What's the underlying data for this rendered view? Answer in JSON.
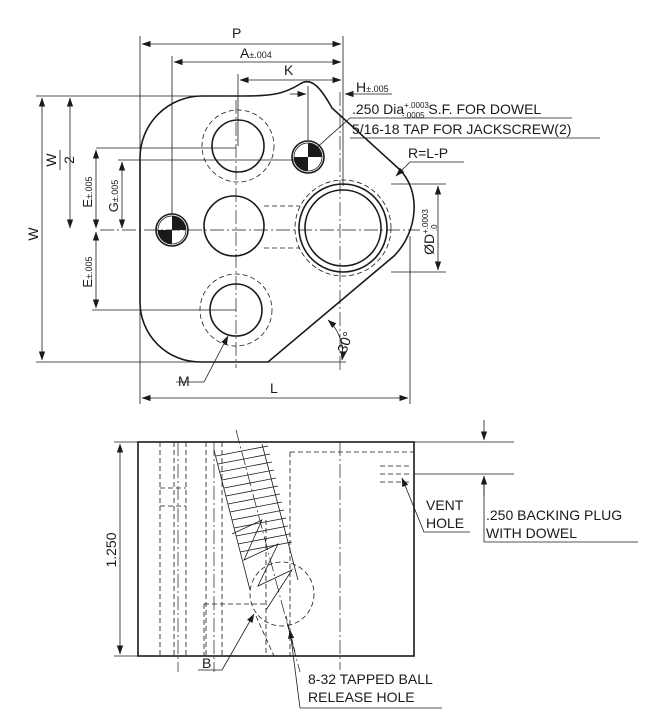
{
  "top_view": {
    "dims": {
      "P": "P",
      "A_main": "A",
      "A_tol": "±.004",
      "K": "K",
      "H_main": "H",
      "H_tol": "±.005",
      "W_half_num": "W",
      "W_half_den": "2",
      "E_main": "E",
      "E_tol": "±.005",
      "G_main": "G",
      "G_tol": "±.005",
      "W": "W",
      "R": "R=L-P",
      "D_prefix": "ØD",
      "D_tol_plus": "+.0003",
      "D_tol_minus": ".0",
      "angle": "30°",
      "M": "M",
      "L": "L"
    },
    "notes": {
      "dowel_prefix": ".250 Dia",
      "dowel_tol_plus": "+.0003",
      "dowel_tol_minus": "-.0005",
      "dowel_suffix": " S.F. FOR DOWEL",
      "jackscrew": "5/16-18 TAP FOR JACKSCREW(2)"
    }
  },
  "side_view": {
    "dims": {
      "height": "1.250",
      "B": "B"
    },
    "notes": {
      "vent_line1": "VENT",
      "vent_line2": "HOLE",
      "backing_line1": ".250 BACKING PLUG",
      "backing_line2": "WITH DOWEL",
      "ball_line1": "8-32 TAPPED BALL",
      "ball_line2": "RELEASE HOLE"
    }
  }
}
